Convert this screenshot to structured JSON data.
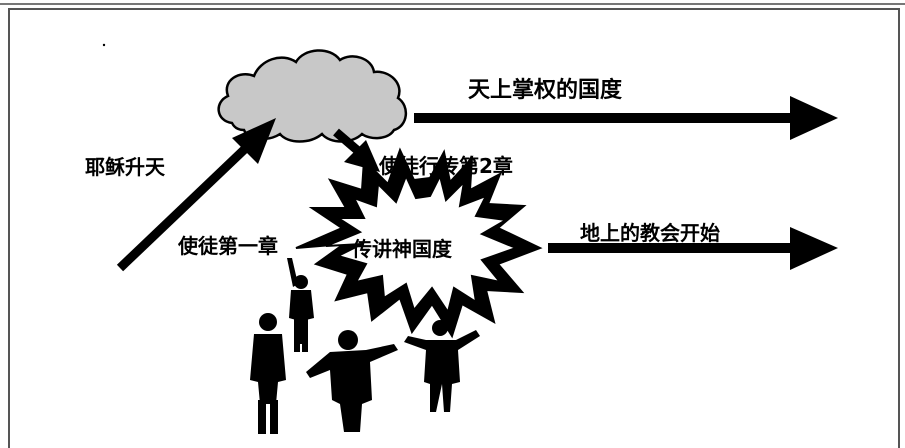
{
  "labels": {
    "heaven_kingdom": "天上掌权的国度",
    "ascension": "耶稣升天",
    "acts_ch2": "使徒行传第2章",
    "acts_ch1": "使徒第一章",
    "preach_kingdom": "传讲神国度",
    "church_begins": "地上的教会开始"
  },
  "colors": {
    "ink": "#000000",
    "cloud_fill": "#c8c8c8",
    "background": "#ffffff",
    "frame": "#555555"
  }
}
